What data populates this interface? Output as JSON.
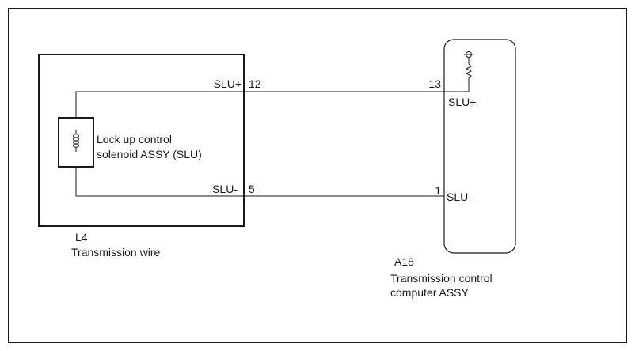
{
  "colors": {
    "stroke": "#1a1a1a",
    "background": "#ffffff"
  },
  "transmission_wire": {
    "id": "L4",
    "name": "Transmission wire",
    "solenoid": {
      "line1": "Lock up control",
      "line2": "solenoid ASSY (SLU)",
      "icon": "solenoid-coil-icon"
    },
    "pins": [
      {
        "signal": "SLU+",
        "number": "12"
      },
      {
        "signal": "SLU-",
        "number": "5"
      }
    ]
  },
  "computer": {
    "id": "A18",
    "line1": "Transmission control",
    "line2": "computer ASSY",
    "pullup_icon": "pull-up-resistor-icon",
    "pins": [
      {
        "signal": "SLU+",
        "number": "13"
      },
      {
        "signal": "SLU-",
        "number": "1"
      }
    ]
  }
}
